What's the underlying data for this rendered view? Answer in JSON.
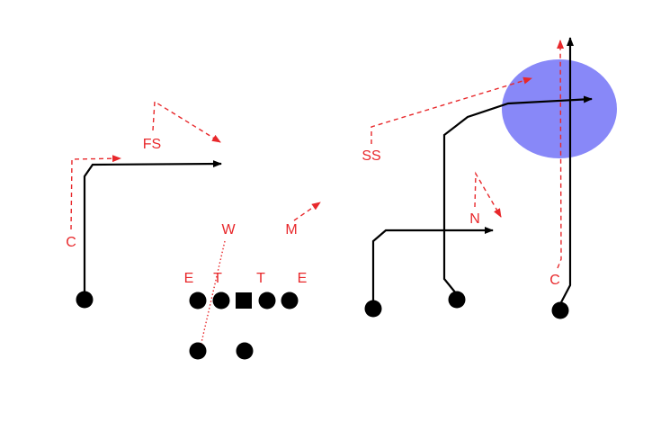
{
  "colors": {
    "offense": "#000000",
    "defense": "#e8282b",
    "zone": "#7b7bf7"
  },
  "labels": {
    "corner_left": "C",
    "free_safety": "FS",
    "weak_lb": "W",
    "mike_lb": "M",
    "end_left": "E",
    "tackle_left": "T",
    "tackle_right": "T",
    "end_right": "E",
    "strong_safety": "SS",
    "nickel": "N",
    "corner_right": "C"
  },
  "offense": {
    "player_icon": "filled-circle",
    "center_icon": "filled-square",
    "route_style": "solid-arrow"
  },
  "defense": {
    "assignment_style": "dashed-arrow",
    "blitz_style": "dotted-line"
  },
  "zone": {
    "shape": "ellipse",
    "opacity": 0.9
  }
}
